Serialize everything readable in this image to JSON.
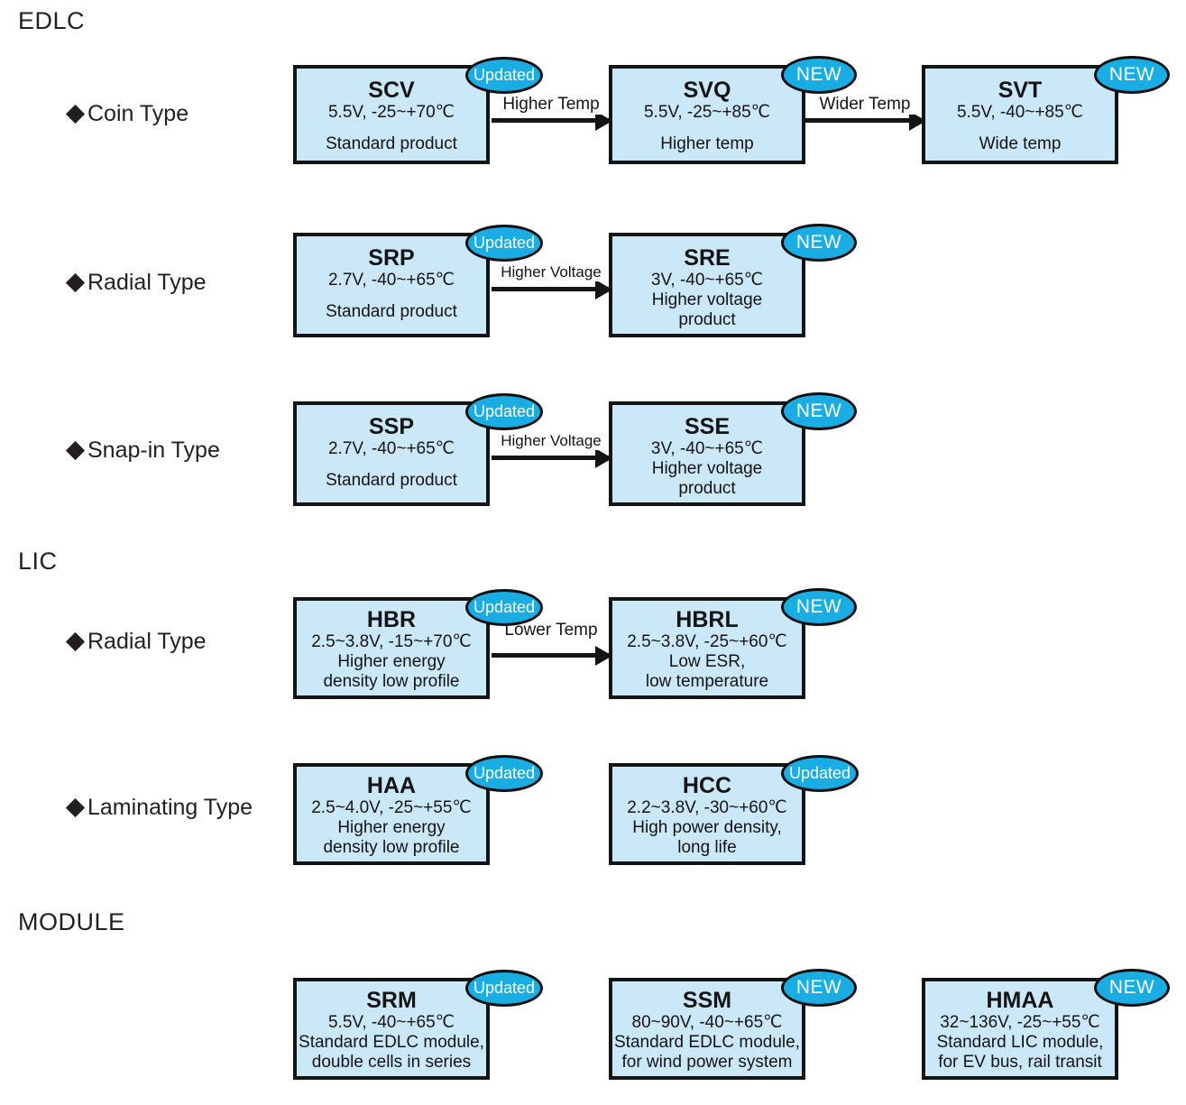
{
  "sections": [
    {
      "id": "edlc",
      "label": "EDLC"
    },
    {
      "id": "lic",
      "label": "LIC"
    },
    {
      "id": "module",
      "label": "MODULE"
    }
  ],
  "rows": [
    {
      "id": "coin",
      "label": "Coin Type"
    },
    {
      "id": "radial-edlc",
      "label": "Radial Type"
    },
    {
      "id": "snapin",
      "label": "Snap-in Type"
    },
    {
      "id": "radial-lic",
      "label": "Radial Type"
    },
    {
      "id": "laminating",
      "label": "Laminating Type"
    }
  ],
  "boxes": [
    {
      "id": "scv",
      "code": "SCV",
      "spec": "5.5V, -25~+70℃",
      "desc": [
        "Standard product"
      ],
      "badge": "Updated"
    },
    {
      "id": "svq",
      "code": "SVQ",
      "spec": "5.5V, -25~+85℃",
      "desc": [
        "Higher temp"
      ],
      "badge": "NEW"
    },
    {
      "id": "svt",
      "code": "SVT",
      "spec": "5.5V, -40~+85℃",
      "desc": [
        "Wide temp"
      ],
      "badge": "NEW"
    },
    {
      "id": "srp",
      "code": "SRP",
      "spec": "2.7V, -40~+65℃",
      "desc": [
        "Standard product"
      ],
      "badge": "Updated"
    },
    {
      "id": "sre",
      "code": "SRE",
      "spec": "3V, -40~+65℃",
      "desc": [
        "Higher voltage",
        "product"
      ],
      "badge": "NEW"
    },
    {
      "id": "ssp",
      "code": "SSP",
      "spec": "2.7V, -40~+65℃",
      "desc": [
        "Standard product"
      ],
      "badge": "Updated"
    },
    {
      "id": "sse",
      "code": "SSE",
      "spec": "3V, -40~+65℃",
      "desc": [
        "Higher voltage",
        "product"
      ],
      "badge": "NEW"
    },
    {
      "id": "hbr",
      "code": "HBR",
      "spec": "2.5~3.8V, -15~+70℃",
      "desc": [
        "Higher energy",
        "density low profile"
      ],
      "badge": "Updated"
    },
    {
      "id": "hbrl",
      "code": "HBRL",
      "spec": "2.5~3.8V, -25~+60℃",
      "desc": [
        "Low ESR,",
        "low temperature"
      ],
      "badge": "NEW"
    },
    {
      "id": "haa",
      "code": "HAA",
      "spec": "2.5~4.0V, -25~+55℃",
      "desc": [
        "Higher energy",
        "density low profile"
      ],
      "badge": "Updated"
    },
    {
      "id": "hcc",
      "code": "HCC",
      "spec": "2.2~3.8V, -30~+60℃",
      "desc": [
        "High power density,",
        "long life"
      ],
      "badge": "Updated"
    },
    {
      "id": "srm",
      "code": "SRM",
      "spec": "5.5V, -40~+65℃",
      "desc": [
        "Standard EDLC module,",
        "double cells in series"
      ],
      "badge": "Updated"
    },
    {
      "id": "ssm",
      "code": "SSM",
      "spec": "80~90V, -40~+65℃",
      "desc": [
        "Standard EDLC module,",
        "for wind power system"
      ],
      "badge": "NEW"
    },
    {
      "id": "hmaa",
      "code": "HMAA",
      "spec": "32~136V, -25~+55℃",
      "desc": [
        "Standard LIC module,",
        "for EV bus, rail transit"
      ],
      "badge": "NEW"
    }
  ],
  "arrows": [
    {
      "id": "scv-svq",
      "label": "Higher Temp"
    },
    {
      "id": "svq-svt",
      "label": "Wider Temp"
    },
    {
      "id": "srp-sre",
      "label": "Higher Voltage"
    },
    {
      "id": "ssp-sse",
      "label": "Higher Voltage"
    },
    {
      "id": "hbr-hbrl",
      "label": "Lower Temp"
    }
  ],
  "colors": {
    "box_fill": "#cbe8f9",
    "box_border": "#141414",
    "badge_fill": "#19ade4",
    "badge_text": "#ffffff",
    "text": "#141414"
  },
  "chart_data": {
    "type": "diagram",
    "title": "EDLC / LIC / MODULE product roadmap",
    "groups": [
      {
        "section": "EDLC",
        "rows": [
          {
            "category": "Coin Type",
            "nodes": [
              "SCV",
              "SVQ",
              "SVT"
            ],
            "transitions": [
              "Higher Temp",
              "Wider Temp"
            ]
          },
          {
            "category": "Radial Type",
            "nodes": [
              "SRP",
              "SRE"
            ],
            "transitions": [
              "Higher Voltage"
            ]
          },
          {
            "category": "Snap-in Type",
            "nodes": [
              "SSP",
              "SSE"
            ],
            "transitions": [
              "Higher Voltage"
            ]
          }
        ]
      },
      {
        "section": "LIC",
        "rows": [
          {
            "category": "Radial Type",
            "nodes": [
              "HBR",
              "HBRL"
            ],
            "transitions": [
              "Lower Temp"
            ]
          },
          {
            "category": "Laminating Type",
            "nodes": [
              "HAA",
              "HCC"
            ],
            "transitions": []
          }
        ]
      },
      {
        "section": "MODULE",
        "rows": [
          {
            "category": "",
            "nodes": [
              "SRM",
              "SSM",
              "HMAA"
            ],
            "transitions": []
          }
        ]
      }
    ]
  }
}
